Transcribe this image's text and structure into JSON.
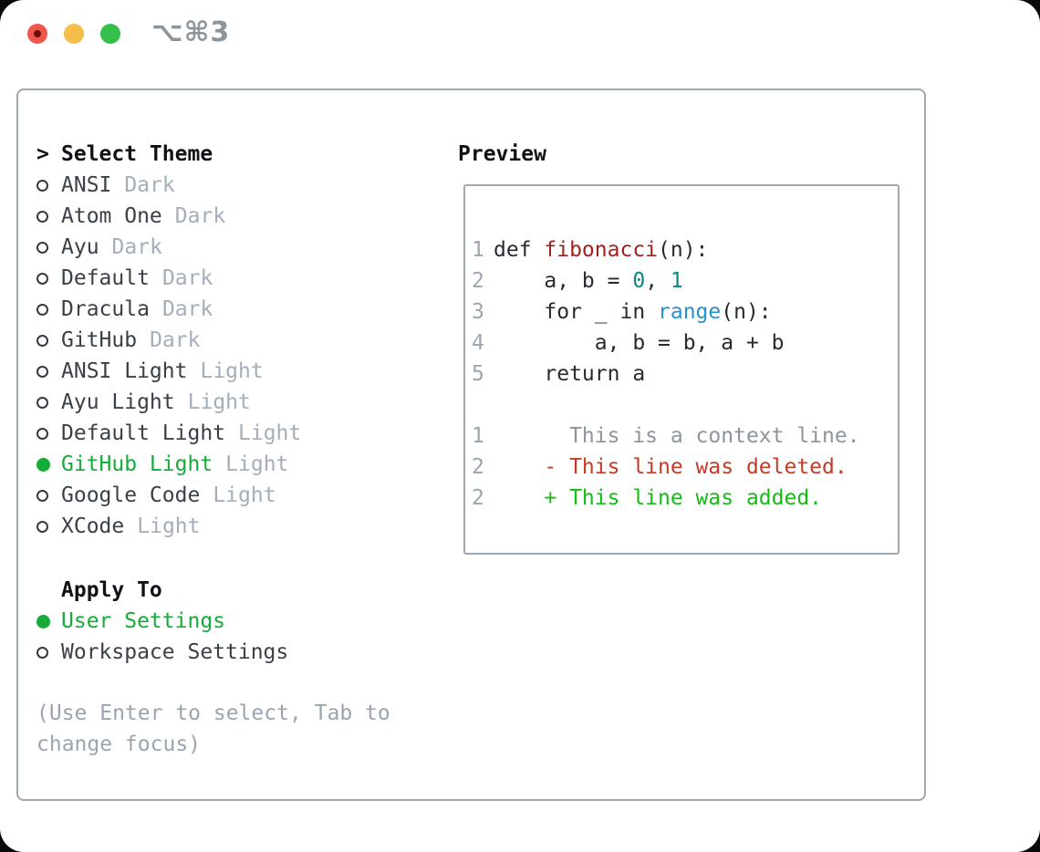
{
  "window": {
    "shortcut_label": "⌥⌘3"
  },
  "colors": {
    "selected_green": "#17ab39",
    "added_green": "#14bd14",
    "deleted_red": "#c63b26",
    "function_red": "#a32020",
    "number_teal": "#0e8585",
    "builtin_blue": "#2491d1",
    "border_gray": "#a0a8b0",
    "traffic_close": "#f0564b",
    "traffic_min": "#f5bd4a",
    "traffic_zoom": "#34c04a"
  },
  "theme_menu": {
    "header_prefix": ">",
    "header": "Select Theme",
    "items": [
      {
        "name": "ANSI",
        "variant": "Dark",
        "selected": false
      },
      {
        "name": "Atom One",
        "variant": "Dark",
        "selected": false
      },
      {
        "name": "Ayu",
        "variant": "Dark",
        "selected": false
      },
      {
        "name": "Default",
        "variant": "Dark",
        "selected": false
      },
      {
        "name": "Dracula",
        "variant": "Dark",
        "selected": false
      },
      {
        "name": "GitHub",
        "variant": "Dark",
        "selected": false
      },
      {
        "name": "ANSI Light",
        "variant": "Light",
        "selected": false
      },
      {
        "name": "Ayu Light",
        "variant": "Light",
        "selected": false
      },
      {
        "name": "Default Light",
        "variant": "Light",
        "selected": false
      },
      {
        "name": "GitHub Light",
        "variant": "Light",
        "selected": true
      },
      {
        "name": "Google Code",
        "variant": "Light",
        "selected": false
      },
      {
        "name": "XCode",
        "variant": "Light",
        "selected": false
      }
    ]
  },
  "apply_to": {
    "header": "Apply To",
    "items": [
      {
        "name": "User Settings",
        "selected": true
      },
      {
        "name": "Workspace Settings",
        "selected": false
      }
    ]
  },
  "hint": "(Use Enter to select, Tab to change focus)",
  "preview": {
    "title": "Preview",
    "code_lines": [
      {
        "num": "1",
        "segments": [
          {
            "t": "def ",
            "c": "def"
          },
          {
            "t": "fibonacci",
            "c": "fn"
          },
          {
            "t": "(n):",
            "c": "def"
          }
        ]
      },
      {
        "num": "2",
        "segments": [
          {
            "t": "    a, b = ",
            "c": "def"
          },
          {
            "t": "0",
            "c": "num"
          },
          {
            "t": ", ",
            "c": "def"
          },
          {
            "t": "1",
            "c": "num"
          }
        ]
      },
      {
        "num": "3",
        "segments": [
          {
            "t": "    for _ in ",
            "c": "def"
          },
          {
            "t": "range",
            "c": "bi"
          },
          {
            "t": "(n):",
            "c": "def"
          }
        ]
      },
      {
        "num": "4",
        "segments": [
          {
            "t": "        a, b = b, a + b",
            "c": "def"
          }
        ]
      },
      {
        "num": "5",
        "segments": [
          {
            "t": "    return a",
            "c": "def"
          }
        ]
      },
      {
        "num": "",
        "segments": []
      },
      {
        "num": "1",
        "segments": [
          {
            "t": "      This is a context line.",
            "c": "ctx"
          }
        ]
      },
      {
        "num": "2",
        "segments": [
          {
            "t": "    - This line was deleted.",
            "c": "del"
          }
        ]
      },
      {
        "num": "2",
        "segments": [
          {
            "t": "    + This line was added.",
            "c": "add"
          }
        ]
      }
    ]
  }
}
